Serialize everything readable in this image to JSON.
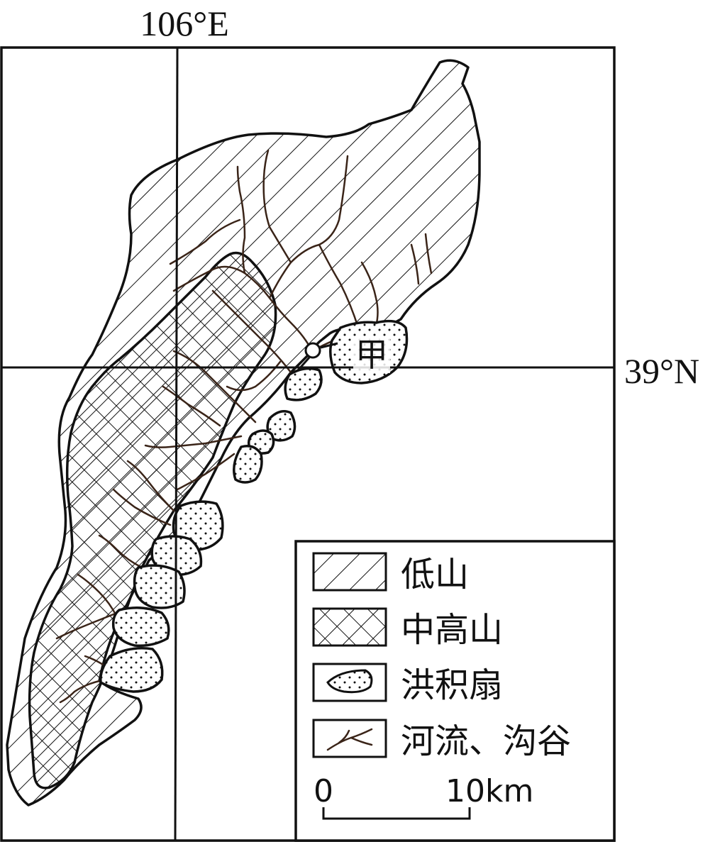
{
  "map": {
    "longitude_label": "106°E",
    "latitude_label": "39°N",
    "place_label": "甲"
  },
  "legend": {
    "items": [
      {
        "key": "low-mountain",
        "label": "低山",
        "pattern": "diagonal-hatch"
      },
      {
        "key": "mid-high-mountain",
        "label": "中高山",
        "pattern": "cross-hatch"
      },
      {
        "key": "alluvial-fan",
        "label": "洪积扇",
        "pattern": "dots"
      },
      {
        "key": "river-gully",
        "label": "河流、沟谷",
        "pattern": "branching-line"
      }
    ]
  },
  "scale_bar": {
    "start_label": "0",
    "end_label": "10km"
  },
  "colors": {
    "line": "#111111",
    "river": "#3a2418",
    "background": "#ffffff"
  }
}
